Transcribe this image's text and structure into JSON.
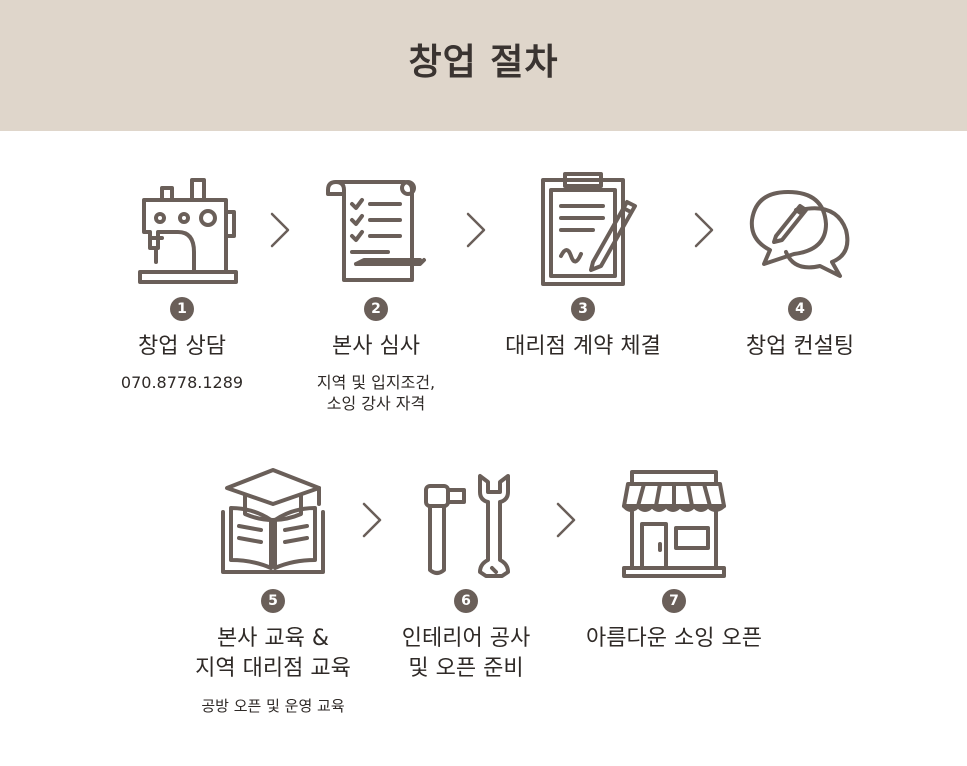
{
  "header": {
    "title": "창업 절차"
  },
  "steps": [
    {
      "number": "1",
      "title_line1": "창업 상담",
      "title_line2": "",
      "sub_line1": "070.8778.1289",
      "sub_line2": "",
      "icon": "sewing-machine-icon"
    },
    {
      "number": "2",
      "title_line1": "본사 심사",
      "title_line2": "",
      "sub_line1": "지역 및 입지조건,",
      "sub_line2": "소잉 강사 자격",
      "icon": "checklist-scroll-icon"
    },
    {
      "number": "3",
      "title_line1": "대리점 계약 체결",
      "title_line2": "",
      "sub_line1": "",
      "sub_line2": "",
      "icon": "clipboard-contract-icon"
    },
    {
      "number": "4",
      "title_line1": "창업 컨설팅",
      "title_line2": "",
      "sub_line1": "",
      "sub_line2": "",
      "icon": "speech-bubbles-icon"
    },
    {
      "number": "5",
      "title_line1": "본사 교육 &",
      "title_line2": "지역 대리점 교육",
      "sub_line1": "공방 오픈 및 운영 교육",
      "sub_line2": "",
      "icon": "graduation-book-icon"
    },
    {
      "number": "6",
      "title_line1": "인테리어 공사",
      "title_line2": "및 오픈 준비",
      "sub_line1": "",
      "sub_line2": "",
      "icon": "hammer-wrench-icon"
    },
    {
      "number": "7",
      "title_line1": "아름다운 소잉 오픈",
      "title_line2": "",
      "sub_line1": "",
      "sub_line2": "",
      "icon": "storefront-icon"
    }
  ],
  "colors": {
    "header_bg": "#dfd6cb",
    "icon_stroke": "#6a5f59",
    "badge_bg": "#6a5f59"
  }
}
